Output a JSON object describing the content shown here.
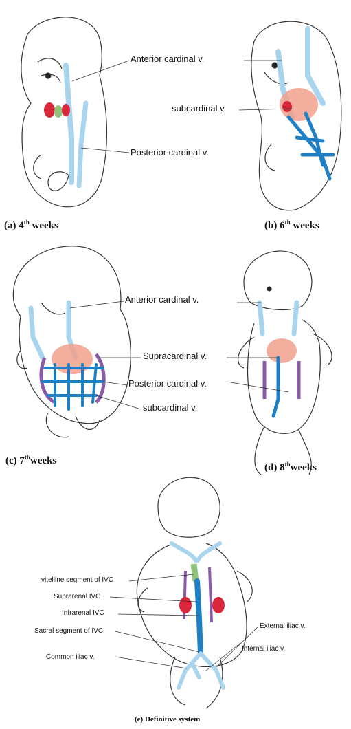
{
  "panels": {
    "a": {
      "caption_prefix": "(a) 4",
      "caption_sup": "th",
      "caption_suffix": " weeks",
      "labels": {
        "anterior": "Anterior cardinal v.",
        "posterior": "Posterior cardinal v."
      }
    },
    "b": {
      "caption_prefix": "(b) 6",
      "caption_sup": "th",
      "caption_suffix": " weeks",
      "labels": {
        "subcardinal": "subcardinal v."
      }
    },
    "c": {
      "caption_prefix": "(c) 7",
      "caption_sup": "th",
      "caption_suffix": "weeks",
      "labels": {
        "anterior": "Anterior cardinal v.",
        "supracardinal": "Supracardinal v.",
        "posterior": "Posterior cardinal v.",
        "subcardinal": "subcardinal v."
      }
    },
    "d": {
      "caption_prefix": "(d) 8",
      "caption_sup": "th",
      "caption_suffix": "weeks"
    },
    "e": {
      "caption": "(e) Definitive system",
      "labels": {
        "vitelline": "vitelline segment of IVC",
        "suprarenal": "Suprarenal IVC",
        "infrarenal": "Infrarenal IVC",
        "sacral": "Sacral segment of IVC",
        "common_iliac": "Common iliac v.",
        "external_iliac": "External iliac v.",
        "internal_iliac": "Internal iliac v."
      }
    }
  },
  "colors": {
    "vein_light": "#a9d4ee",
    "vein_dark": "#1f7fc4",
    "outline": "#333333",
    "kidney": "#d8263a",
    "gonad": "#8fc47a",
    "liver": "#f1a08c",
    "supracardinal": "#8a5aa6"
  }
}
